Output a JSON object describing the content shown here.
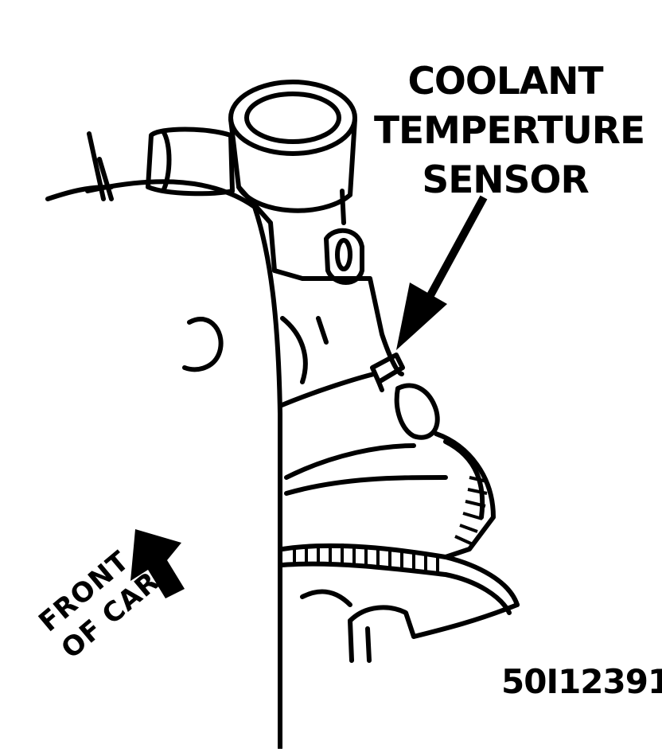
{
  "callout": {
    "line1": "COOLANT",
    "line2": "TEMPERTURE",
    "line3": "SENSOR"
  },
  "front_label": {
    "line1": "FRONT",
    "line2": "OF CAR"
  },
  "figure_id": "50I12391"
}
